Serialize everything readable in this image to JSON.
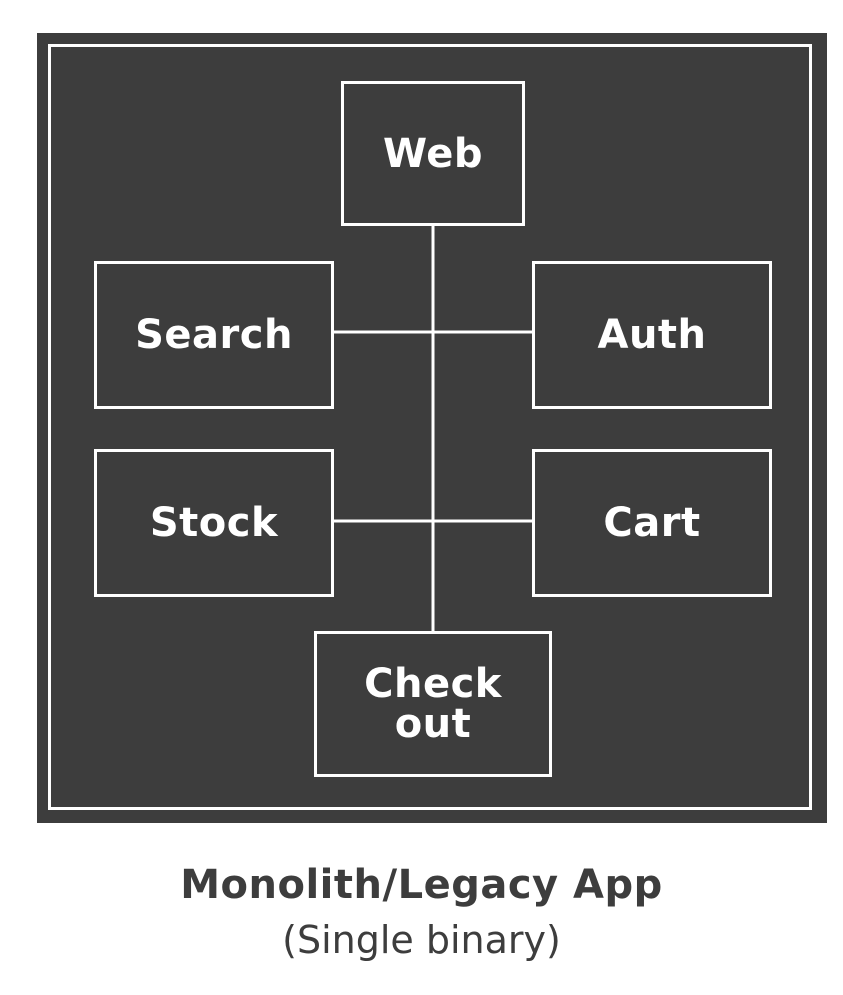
{
  "diagram": {
    "modules": {
      "web": "Web",
      "search": "Search",
      "auth": "Auth",
      "stock": "Stock",
      "cart": "Cart",
      "checkout_line1": "Check",
      "checkout_line2": "out"
    },
    "connections": [
      [
        "Web",
        "Check out"
      ],
      [
        "Search",
        "Auth"
      ],
      [
        "Stock",
        "Cart"
      ]
    ]
  },
  "caption": {
    "title": "Monolith/Legacy App",
    "subtitle": "(Single binary)"
  },
  "colors": {
    "frame_fill": "#3d3d3d",
    "lines": "#ffffff",
    "caption_text": "#3d3d3d"
  }
}
